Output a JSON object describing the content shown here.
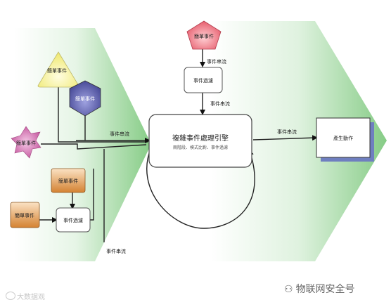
{
  "nodes": {
    "simple_yellow": "簡單事件",
    "simple_blue": "簡單事件",
    "simple_pink": "簡單事件",
    "simple_red": "簡單事件",
    "simple_orange1": "簡單事件",
    "simple_orange2": "簡單事件",
    "filter_top": "事件過濾",
    "filter_bottom": "事件過濾",
    "engine_title": "複雜事件處理引擎",
    "engine_subtitle": "兩階段、模式比對、事件過濾",
    "action": "產生動作"
  },
  "edge_labels": {
    "stream_red": "事件串流",
    "stream_filter": "事件串流",
    "stream_left": "事件串流",
    "stream_right": "事件串流",
    "stream_bottom": "事件串流"
  },
  "watermarks": {
    "left": "大数据观",
    "right": "物联网安全号"
  },
  "colors": {
    "arrow_green": "#8fcf8f",
    "yellow": "#f3ee7a",
    "blue": "#4b4d9a",
    "pink": "#c45a9c",
    "red": "#e85a6a",
    "orange": "#d98a3a",
    "action_shadow": "#6f7fc0"
  }
}
